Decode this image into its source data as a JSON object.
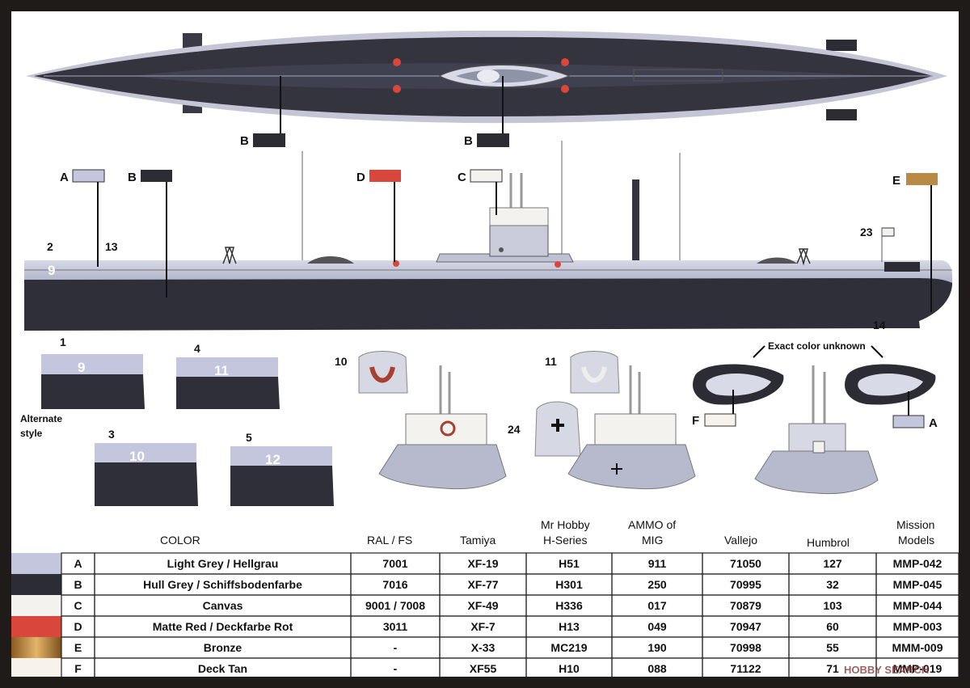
{
  "callouts": {
    "top_left": "B",
    "top_right": "B",
    "side_a": "A",
    "side_b": "B",
    "side_d": "D",
    "side_c": "C",
    "side_e": "E",
    "tower_f": "F",
    "tower_a": "A"
  },
  "numbers": {
    "n2": "2",
    "n13": "13",
    "n23": "23",
    "n14": "14",
    "n1": "1",
    "n4": "4",
    "n3": "3",
    "n5": "5",
    "n10": "10",
    "n11": "11",
    "n24": "24"
  },
  "hull_numbers": {
    "main": "9",
    "v1": "9",
    "v4": "11",
    "v3": "10",
    "v5": "12"
  },
  "alternate_style": [
    "Alternate",
    "style"
  ],
  "exact_color_unknown": "Exact color unknown",
  "table": {
    "headers": {
      "color": "COLOR",
      "ral": "RAL / FS",
      "tamiya": "Tamiya",
      "mrhobby": [
        "Mr Hobby",
        "H-Series"
      ],
      "ammo": [
        "AMMO of",
        "MIG"
      ],
      "vallejo": "Vallejo",
      "humbrol": "Humbrol",
      "mission": [
        "Mission",
        "Models"
      ]
    },
    "rows": [
      {
        "code": "A",
        "name": "Light Grey / Hellgrau",
        "ral": "7001",
        "tamiya": "XF-19",
        "mrhobby": "H51",
        "ammo": "911",
        "vallejo": "71050",
        "humbrol": "127",
        "mission": "MMP-042",
        "swatch": "#c3c6dd"
      },
      {
        "code": "B",
        "name": "Hull Grey / Schiffsbodenfarbe",
        "ral": "7016",
        "tamiya": "XF-77",
        "mrhobby": "H301",
        "ammo": "250",
        "vallejo": "70995",
        "humbrol": "32",
        "mission": "MMP-045",
        "swatch": "#2b2c34"
      },
      {
        "code": "C",
        "name": "Canvas",
        "ral": "9001 / 7008",
        "tamiya": "XF-49",
        "mrhobby": "H336",
        "ammo": "017",
        "vallejo": "70879",
        "humbrol": "103",
        "mission": "MMP-044",
        "swatch": "#f3f2ee"
      },
      {
        "code": "D",
        "name": "Matte Red / Deckfarbe Rot",
        "ral": "3011",
        "tamiya": "XF-7",
        "mrhobby": "H13",
        "ammo": "049",
        "vallejo": "70947",
        "humbrol": "60",
        "mission": "MMP-003",
        "swatch": "#d9463c"
      },
      {
        "code": "E",
        "name": "Bronze",
        "ral": "-",
        "tamiya": "X-33",
        "mrhobby": "MC219",
        "ammo": "190",
        "vallejo": "70998",
        "humbrol": "55",
        "mission": "MMM-009",
        "swatch": "#b98a45"
      },
      {
        "code": "F",
        "name": "Deck Tan",
        "ral": "-",
        "tamiya": "XF55",
        "mrhobby": "H10",
        "ammo": "088",
        "vallejo": "71122",
        "humbrol": "71",
        "mission": "MMP-019",
        "swatch": "#f7f3ea"
      }
    ]
  },
  "watermark": "HOBBY SEARCH",
  "colors": {
    "light_grey": "#c3c6dd",
    "hull_grey": "#2b2c34",
    "canvas": "#f3f2ee",
    "red": "#d9463c",
    "bronze": "#b98a45",
    "tan": "#f7f3ea"
  }
}
